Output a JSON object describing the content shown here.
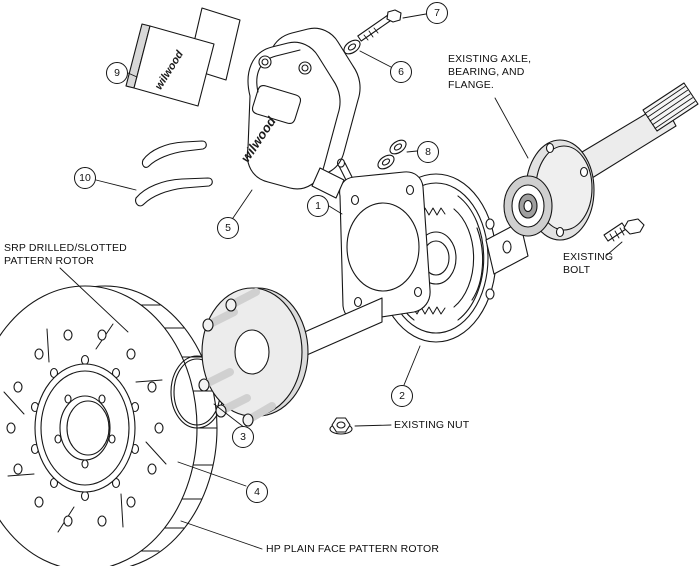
{
  "diagram": {
    "brand": "wilwood",
    "callouts": [
      {
        "num": "1"
      },
      {
        "num": "2"
      },
      {
        "num": "3"
      },
      {
        "num": "4"
      },
      {
        "num": "5"
      },
      {
        "num": "6"
      },
      {
        "num": "7"
      },
      {
        "num": "8"
      },
      {
        "num": "9"
      },
      {
        "num": "10"
      }
    ],
    "labels": {
      "existing_axle": "EXISTING AXLE,\nBEARING, AND\nFLANGE.",
      "existing_bolt": "EXISTING\nBOLT",
      "existing_nut": "EXISTING NUT",
      "srp_rotor": "SRP DRILLED/SLOTTED\nPATTERN ROTOR",
      "hp_rotor": "HP PLAIN FACE PATTERN ROTOR"
    }
  }
}
